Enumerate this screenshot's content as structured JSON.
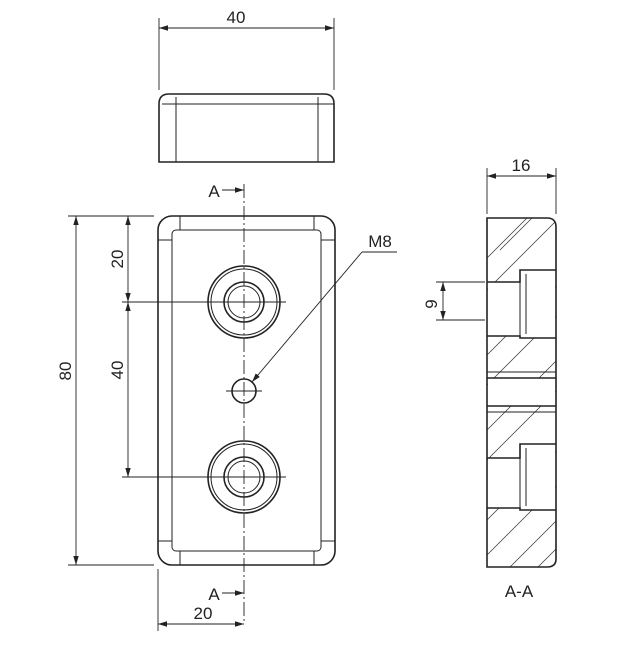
{
  "drawing": {
    "top_view": {
      "width_dim": "40"
    },
    "front_view": {
      "height_overall": "80",
      "hole_spacing_top": "20",
      "hole_spacing": "40",
      "offset_bottom": "20",
      "thread_callout": "M8",
      "section_letter_top": "A",
      "section_letter_bottom": "A"
    },
    "section_view": {
      "thickness_dim": "16",
      "counterbore_dim": "9",
      "label": "A-A"
    }
  }
}
